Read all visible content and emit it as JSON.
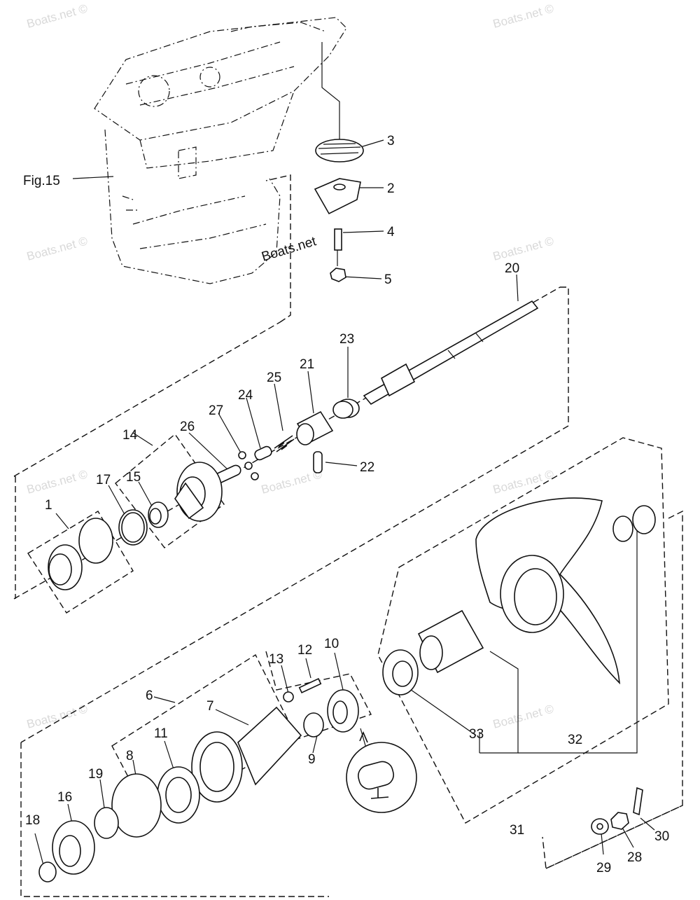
{
  "fig_ref": "Fig.15",
  "brand_mark": "Boats.net",
  "watermark": "Boats.net ©",
  "part_numbers": [
    "1",
    "2",
    "3",
    "4",
    "5",
    "6",
    "7",
    "8",
    "9",
    "10",
    "11",
    "12",
    "13",
    "14",
    "15",
    "16",
    "17",
    "18",
    "19",
    "20",
    "21",
    "22",
    "23",
    "24",
    "25",
    "26",
    "27",
    "28",
    "29",
    "30",
    "31",
    "32",
    "33",
    "33"
  ]
}
